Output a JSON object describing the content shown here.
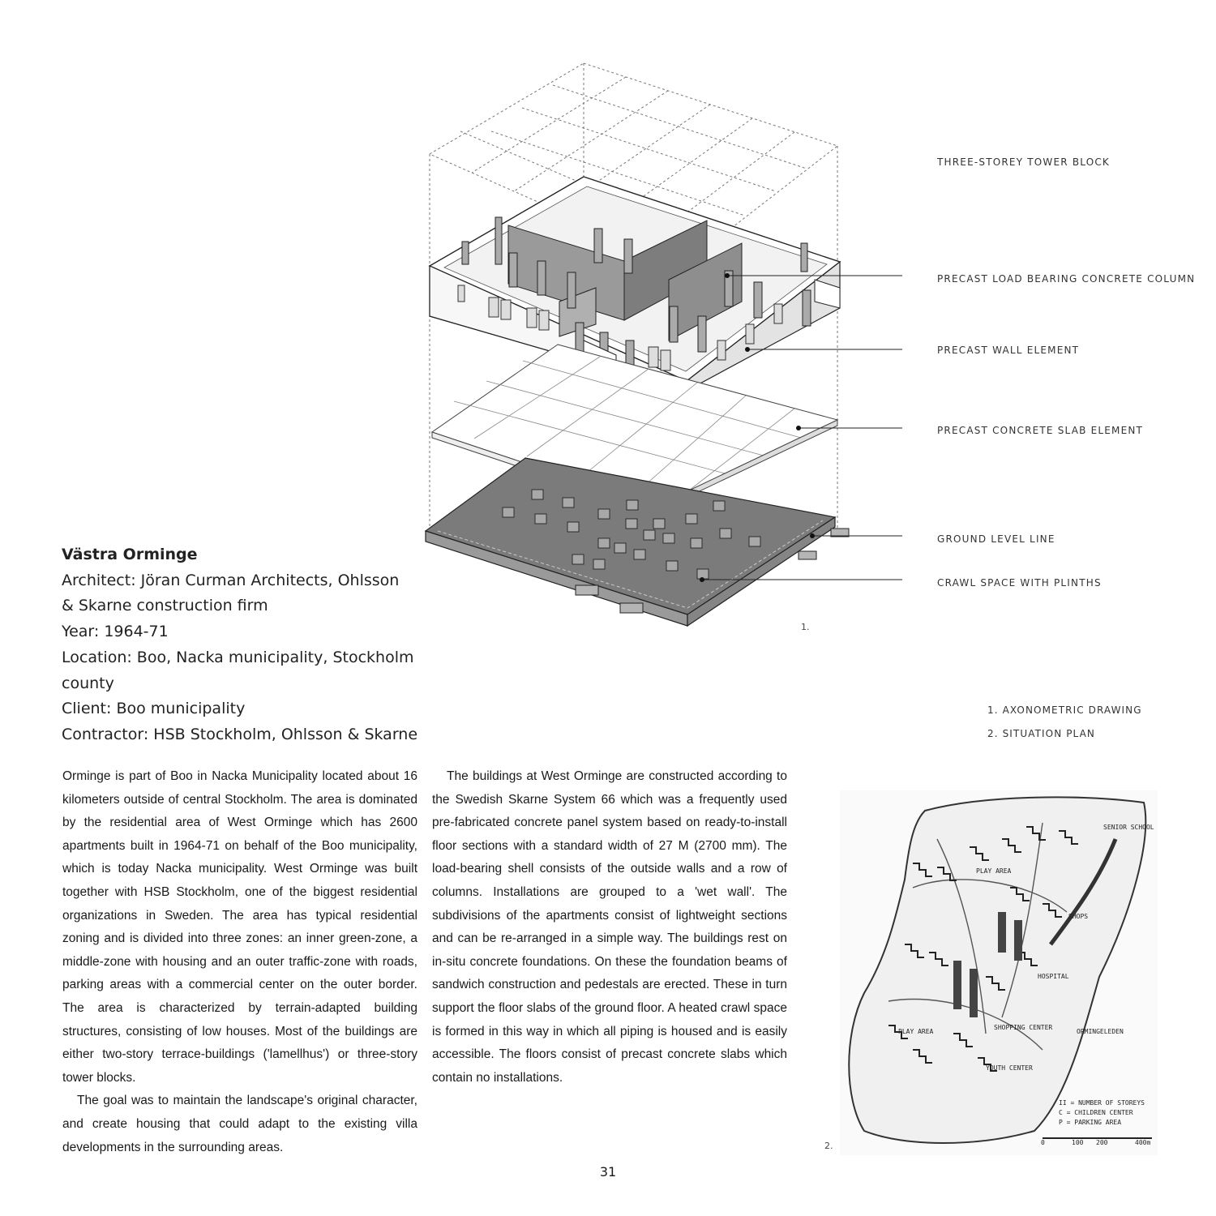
{
  "project": {
    "title": "Västra Orminge",
    "architect": "Architect: Jöran Curman Architects, Ohlsson",
    "architect_cont": "& Skarne construction firm",
    "year": "Year: 1964-71",
    "location": "Location: Boo, Nacka municipality, Stockholm",
    "location_cont": "county",
    "client": "Client: Boo municipality",
    "contractor": "Contractor: HSB Stockholm, Ohlsson & Skarne"
  },
  "diagram_labels": {
    "tower": "THREE-STOREY TOWER BLOCK",
    "column": "PRECAST LOAD BEARING CONCRETE COLUMN",
    "wall": "PRECAST WALL ELEMENT",
    "slab": "PRECAST CONCRETE SLAB ELEMENT",
    "ground": "GROUND LEVEL LINE",
    "crawl": "CRAWL SPACE WITH PLINTHS"
  },
  "figure_numbers": {
    "fig1": "1.",
    "fig2": "2."
  },
  "captions": {
    "c1": "1.  AXONOMETRIC DRAWING",
    "c2": "2.  SITUATION PLAN"
  },
  "site_plan": {
    "play1": "PLAY AREA",
    "play2": "PLAY AREA",
    "school": "SENIOR SCHOOL",
    "shops": "SHOPS",
    "hospital": "HOSPITAL",
    "center": "SHOPPING CENTER",
    "youth": "YOUTH CENTER",
    "road": "ORMINGELEDEN",
    "legend1": "II = NUMBER OF STOREYS",
    "legend2": "C = CHILDREN CENTER",
    "legend3": "P = PARKING AREA",
    "scale": [
      "0",
      "100",
      "200",
      "400m"
    ]
  },
  "body": {
    "col1_p1": "Orminge is part of Boo in Nacka Municipality located about 16 kilometers outside of central Stockholm. The area is dominated by the residential area of West Orminge which has 2600 apartments built in 1964-71 on behalf of the Boo municipality, which is today Nacka municipality. West Orminge was built together with HSB Stockholm, one of the biggest residential organizations in Sweden. The area has typical residential zoning and is divided into three zones: an inner green-zone, a middle-zone with housing and an outer traffic-zone with roads, parking areas with a commercial center on the outer border. The area is characterized by terrain-adapted building structures, consisting of low houses. Most of the buildings are either two-story terrace-buildings ('lamellhus') or three-story tower blocks.",
    "col1_p2": "The goal was to maintain the landscape's original character, and create housing that could adapt to the existing villa developments in the surrounding areas.",
    "col2_p1": "The buildings at West Orminge are constructed according to the Swedish Skarne System 66 which was a frequently used pre-fabricated concrete panel system based on ready-to-install floor sections with a standard width of 27 M (2700 mm). The load-bearing shell consists of the outside walls and a row of columns. Installations are grouped to a 'wet wall'. The subdivisions of the apartments consist of lightweight sections and can be re-arranged in a simple way. The buildings rest on in-situ concrete foundations. On these the foundation beams of sandwich construction and pedestals are erected. These in turn support the floor slabs of the ground floor. A heated crawl space is formed in this way in which all piping is housed and is easily accessible. The floors consist of precast concrete slabs which contain no installations."
  },
  "page_number": "31"
}
